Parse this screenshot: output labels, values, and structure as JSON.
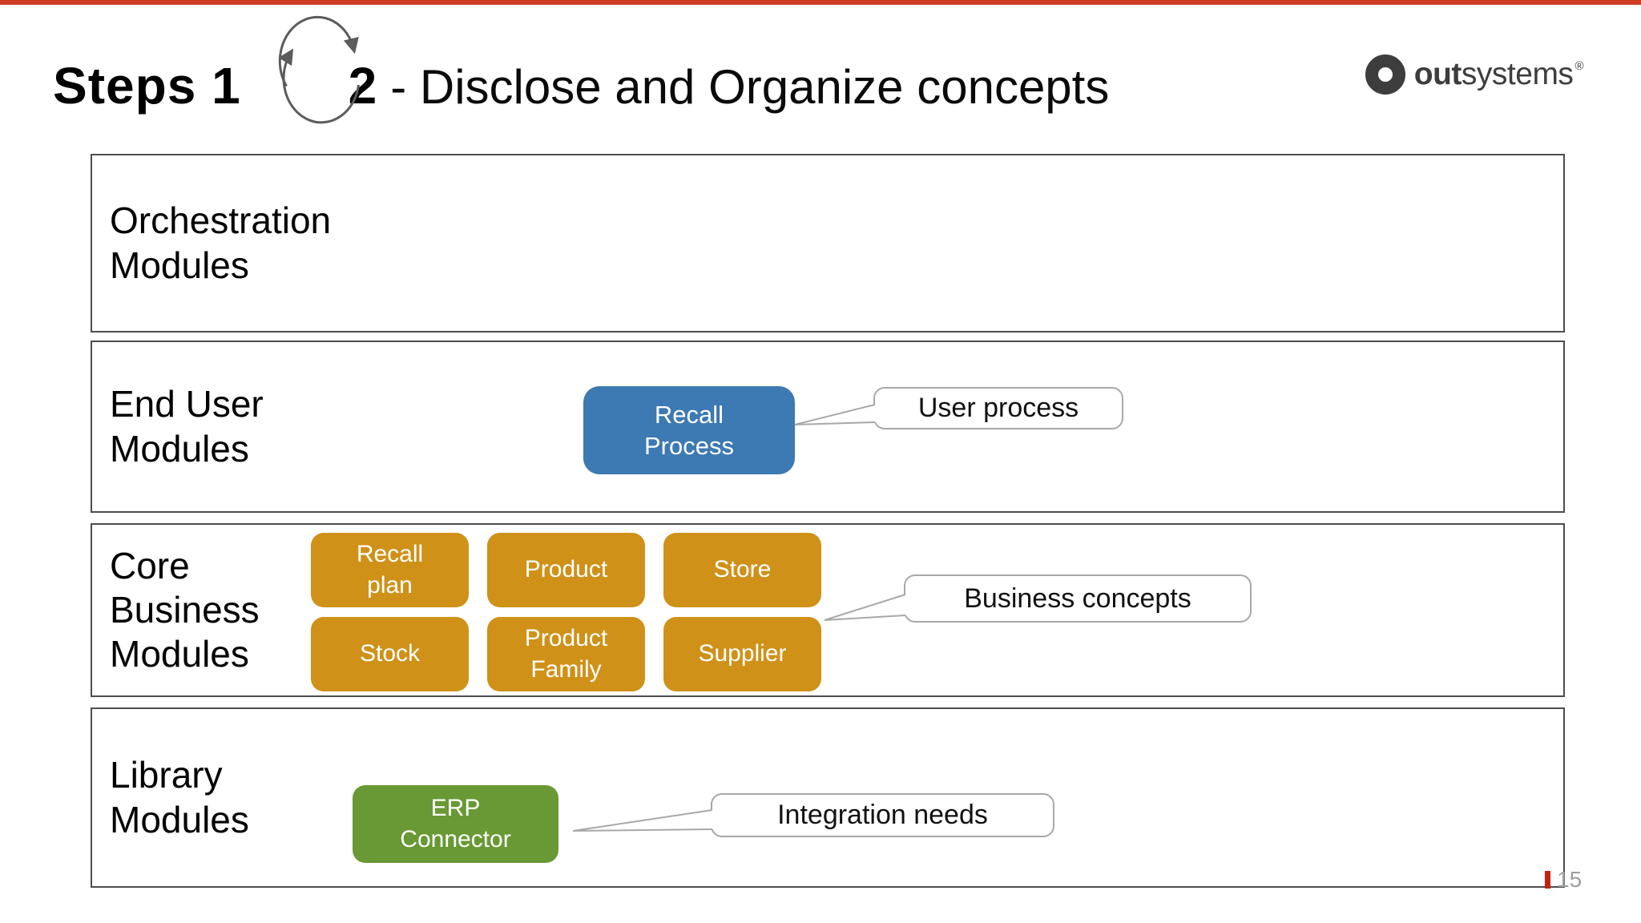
{
  "slide": {
    "title_bold_prefix": "Steps 1",
    "title_bold_suffix": "2",
    "title_rest": "- Disclose and Organize concepts",
    "page_number": "15"
  },
  "logo": {
    "word_bold": "out",
    "word_regular": "systems",
    "registered": "®"
  },
  "layers": {
    "orchestration": {
      "label": "Orchestration\nModules"
    },
    "end_user": {
      "label": "End User\nModules"
    },
    "core_business": {
      "label": "Core\nBusiness\nModules"
    },
    "library": {
      "label": "Library\nModules"
    }
  },
  "modules": {
    "recall_process": {
      "label": "Recall\nProcess",
      "color": "#3d79b2"
    },
    "recall_plan": {
      "label": "Recall\nplan",
      "color": "#cf9118"
    },
    "product": {
      "label": "Product",
      "color": "#cf9118"
    },
    "store": {
      "label": "Store",
      "color": "#cf9118"
    },
    "stock": {
      "label": "Stock",
      "color": "#cf9118"
    },
    "product_family": {
      "label": "Product\nFamily",
      "color": "#cf9118"
    },
    "supplier": {
      "label": "Supplier",
      "color": "#cf9118"
    },
    "erp_connector": {
      "label": "ERP\nConnector",
      "color": "#689934"
    }
  },
  "callouts": {
    "user_process": {
      "label": "User process"
    },
    "business_concepts": {
      "label": "Business concepts"
    },
    "integration_needs": {
      "label": "Integration needs"
    }
  },
  "colors": {
    "accent_bar": "#d03b26",
    "page_tick": "#c5220e",
    "box_border": "#4d4d4d",
    "callout_border": "#a8a8a8",
    "logo_dark": "#3d3d3d"
  },
  "icons": {
    "cycle": "cycle-arrows-icon",
    "logo_mark": "outsystems-donut-icon"
  }
}
